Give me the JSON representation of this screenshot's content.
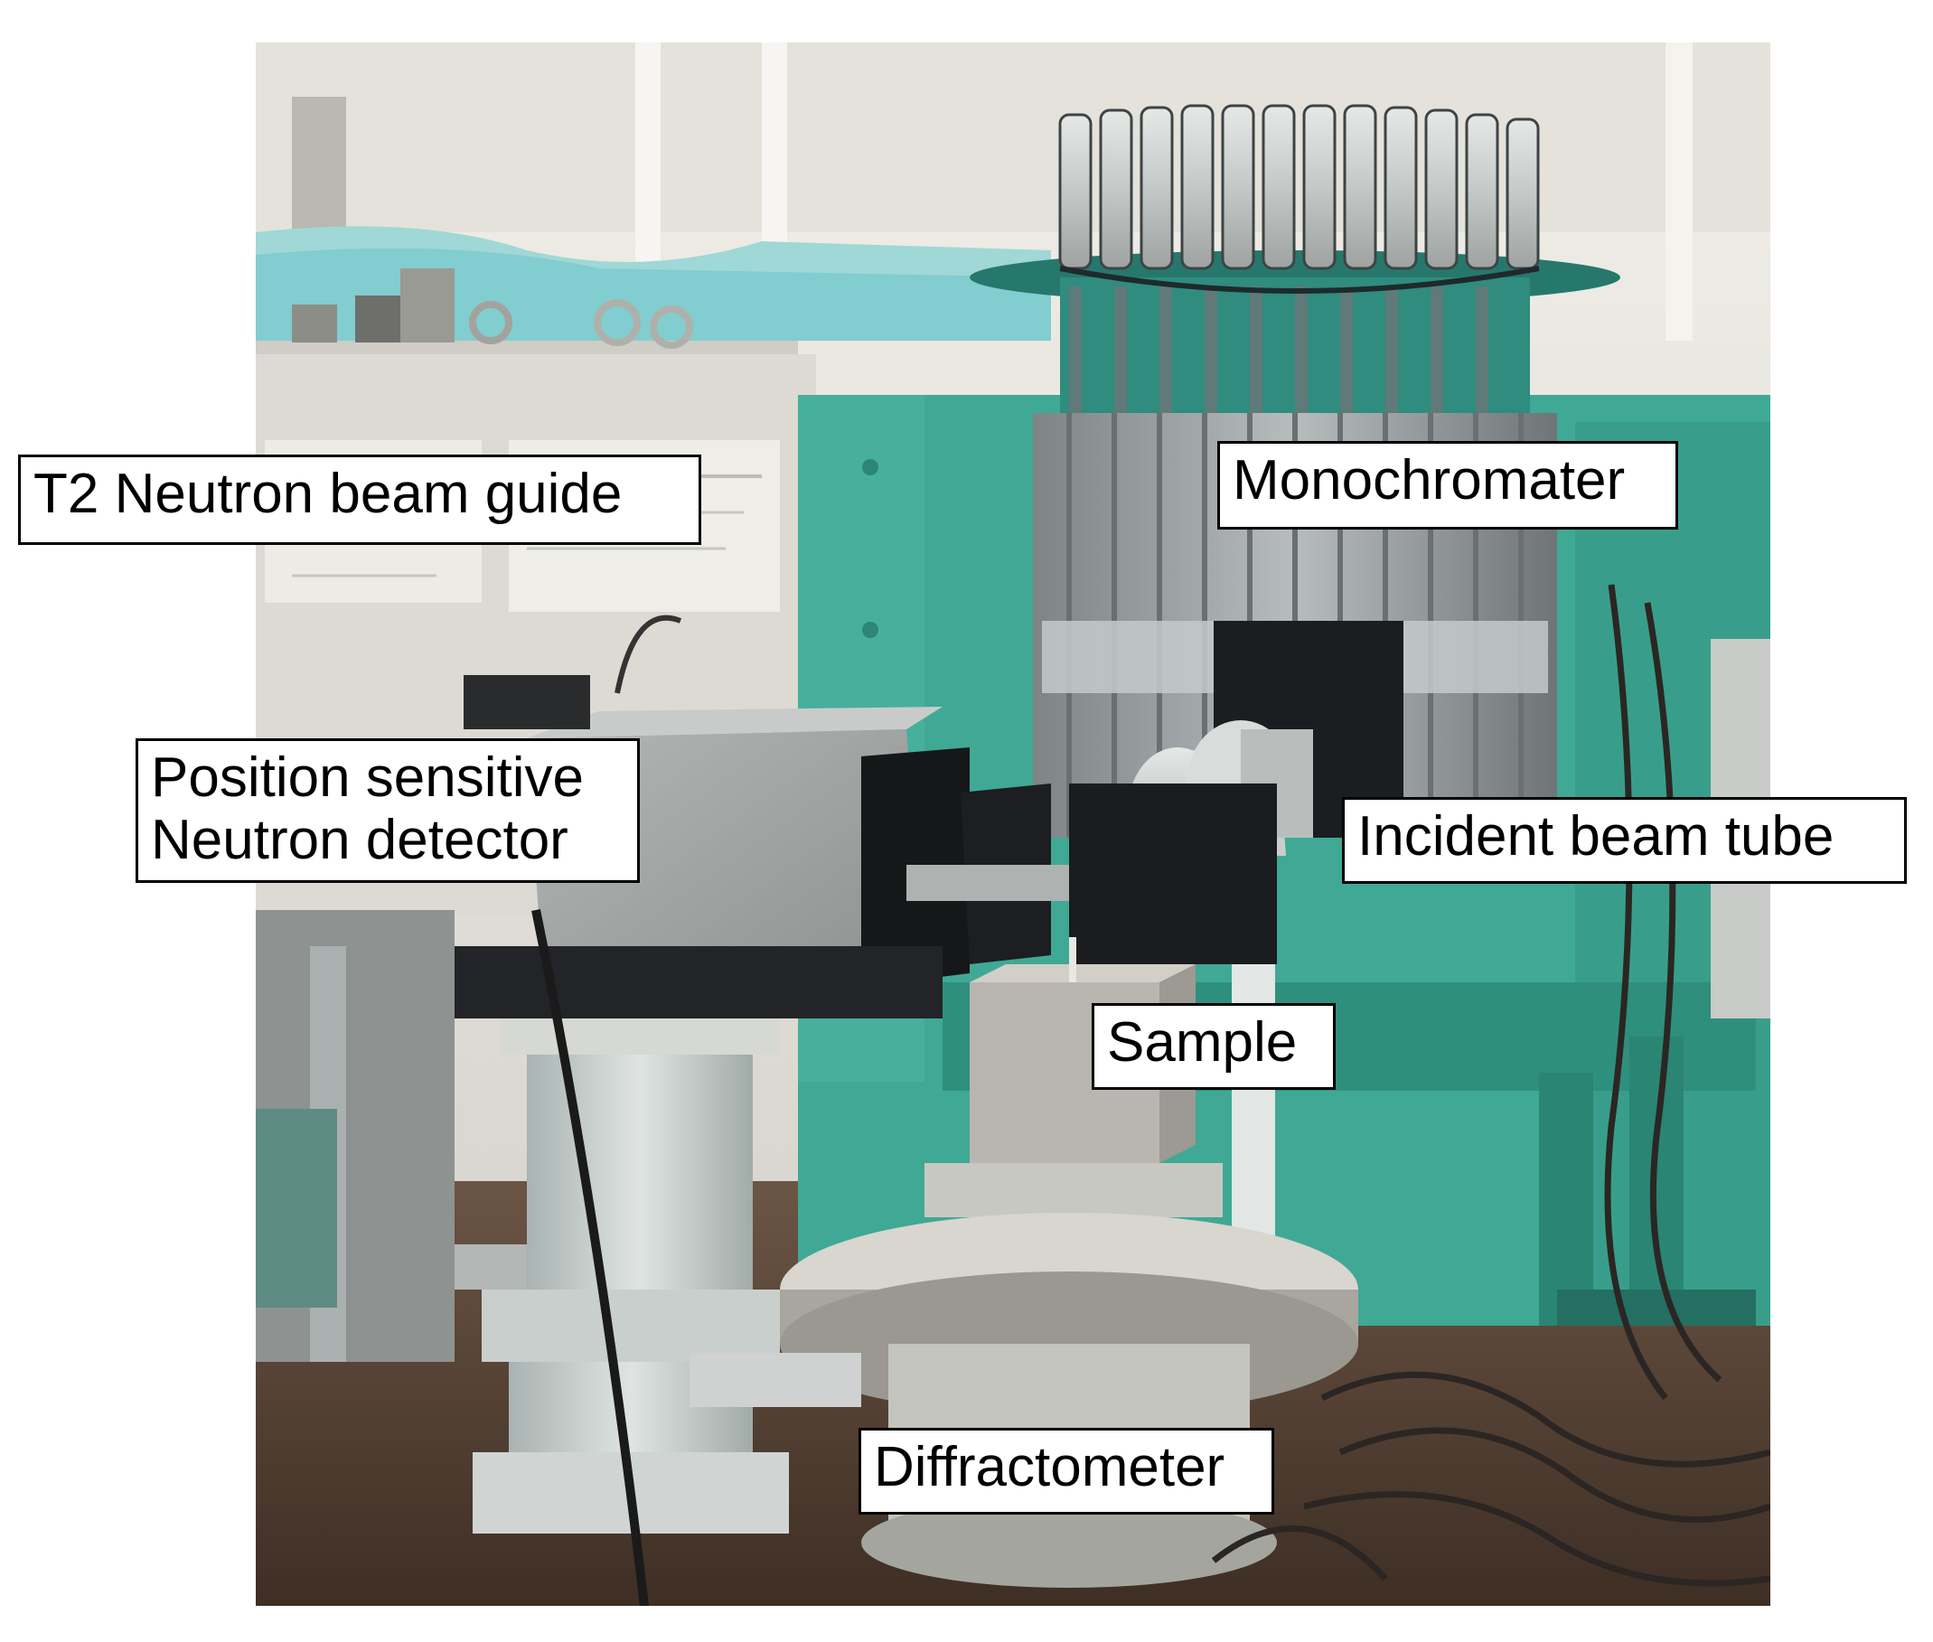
{
  "labels": {
    "beam_guide": "T2 Neutron beam guide",
    "monochromater": "Monochromater",
    "detector_line1": "Position sensitive",
    "detector_line2": "Neutron detector",
    "incident_beam_tube": "Incident beam tube",
    "sample": "Sample",
    "diffractometer": "Diffractometer"
  },
  "colors": {
    "equipment_teal": "#3fa995",
    "monochromator_metal": "#9aa0a2",
    "floor": "#5a4436",
    "wall": "#e9e6de",
    "label_border": "#000000",
    "label_background": "#ffffff"
  }
}
